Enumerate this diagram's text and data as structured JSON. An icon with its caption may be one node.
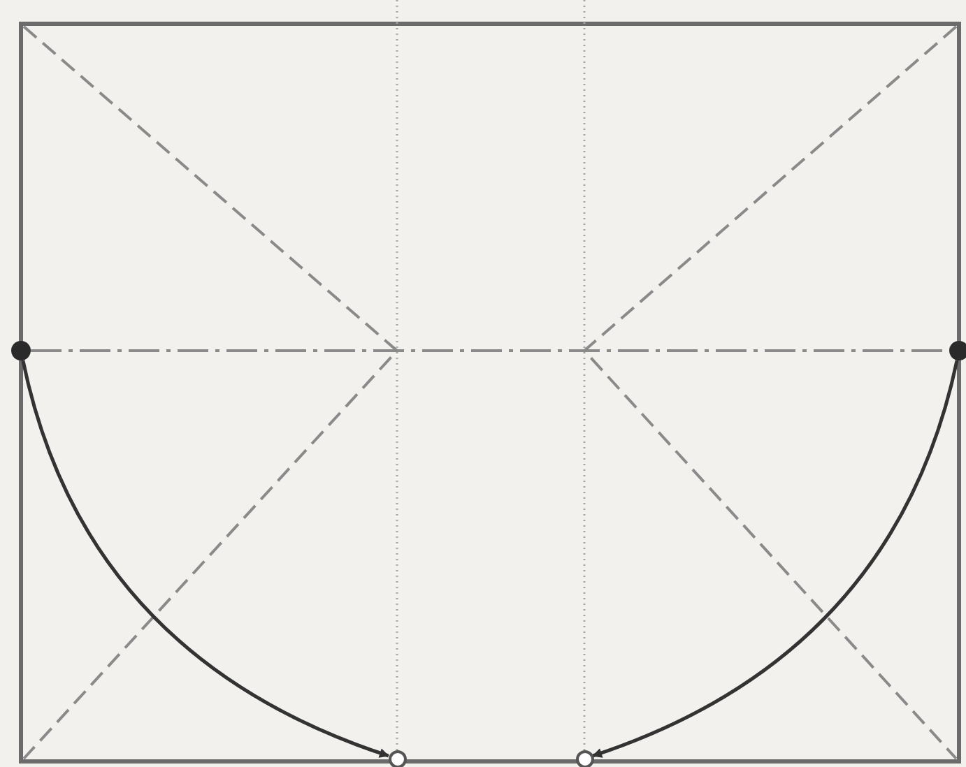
{
  "diagram": {
    "nodes": [
      {
        "text": [],
        "shape": "dot"
      },
      {
        "text": [],
        "shape": "dot"
      },
      {
        "text": [],
        "shape": "circle"
      },
      {
        "text": [],
        "shape": "circle"
      }
    ],
    "edges": [
      {
        "from": 0,
        "to": 2,
        "arrow": "to"
      },
      {
        "from": 1,
        "to": 3,
        "arrow": "to"
      }
    ]
  }
}
